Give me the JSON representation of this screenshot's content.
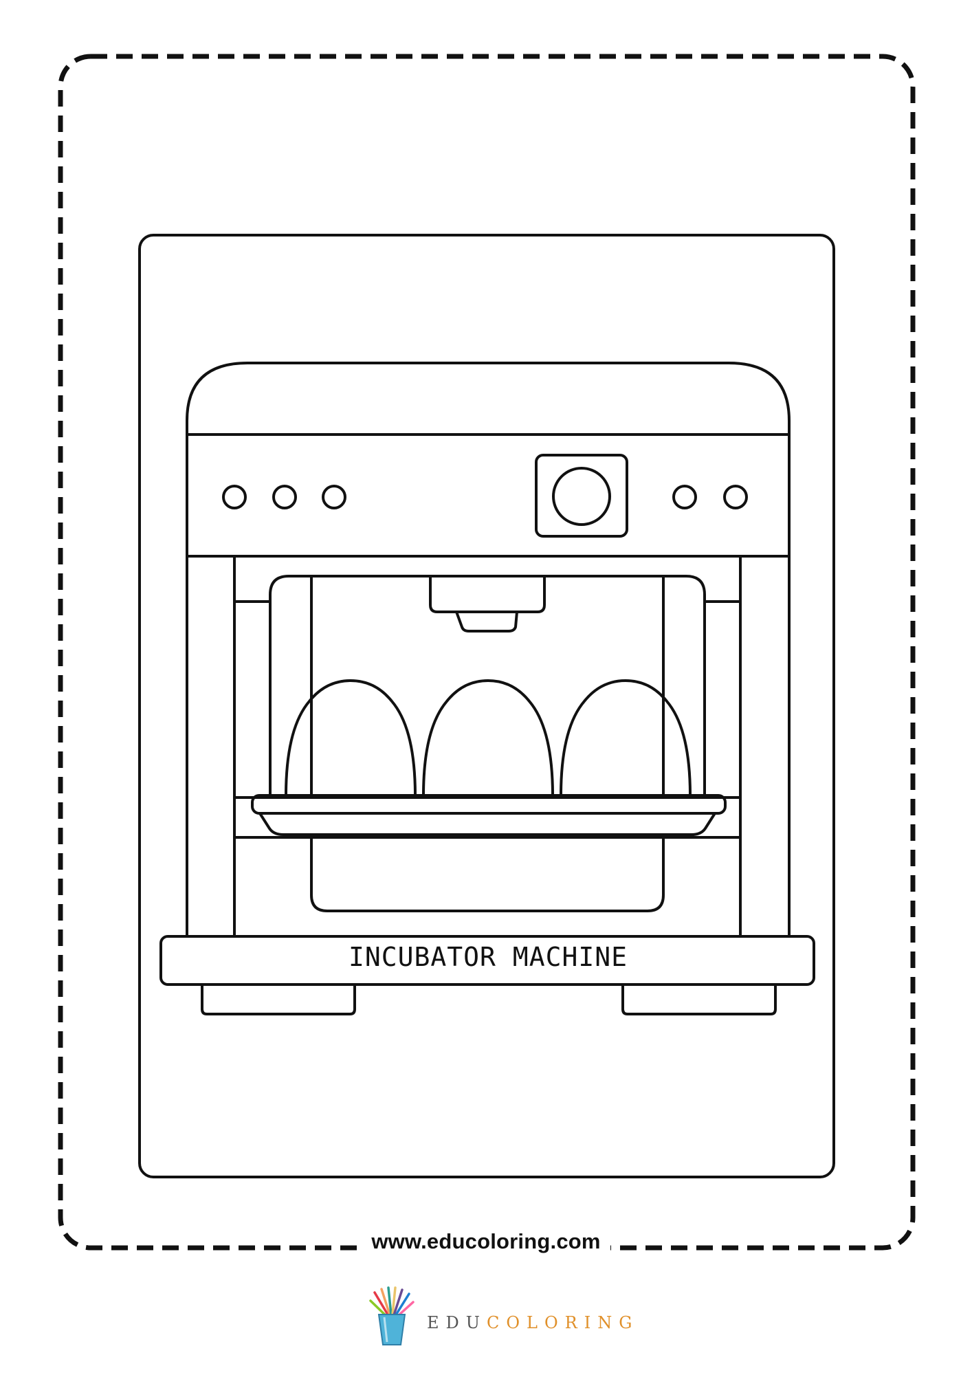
{
  "website": "www.educoloring.com",
  "machine_label": "INCUBATOR MACHINE",
  "brand": {
    "part1": "EDU",
    "part2": "COLORING"
  },
  "colors": {
    "line": "#111111",
    "background": "#ffffff",
    "brand_accent": "#e0902a",
    "brand_gray": "#555555"
  },
  "icons": {
    "logo": "pencil-cup-icon"
  }
}
